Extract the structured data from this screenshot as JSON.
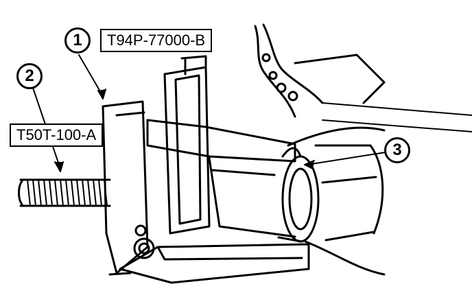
{
  "callouts": [
    {
      "number": "1"
    },
    {
      "number": "2"
    },
    {
      "number": "3"
    }
  ],
  "tool_labels": [
    {
      "text": "T94P-77000-B"
    },
    {
      "text": "T50T-100-A"
    }
  ],
  "colors": {
    "ink": "#000000",
    "paper": "#ffffff"
  }
}
